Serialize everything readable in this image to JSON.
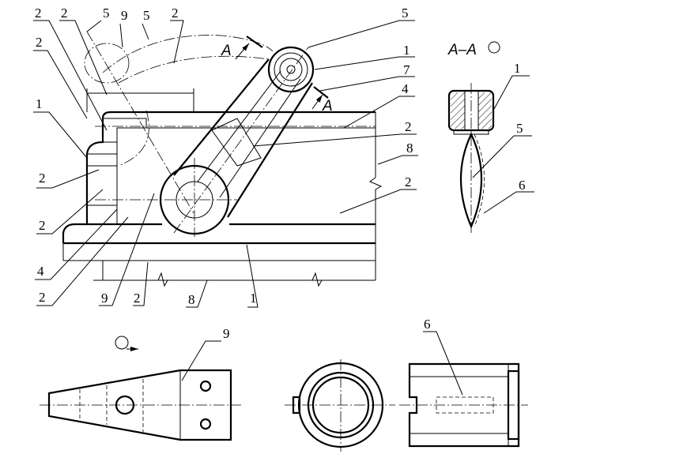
{
  "callouts": {
    "top": [
      "2",
      "2",
      "5",
      "9",
      "5",
      "2",
      "5"
    ],
    "right": [
      "1",
      "7",
      "4",
      "2",
      "8",
      "2"
    ],
    "left": [
      "2",
      "1",
      "2",
      "2",
      "4",
      "2"
    ],
    "bottom": [
      "9",
      "2",
      "8",
      "1"
    ],
    "section": [
      "1",
      "5",
      "6"
    ],
    "lower": [
      "9",
      "6"
    ]
  },
  "section_marks": {
    "a1": "A",
    "a2": "A",
    "section_title": "A–A"
  }
}
